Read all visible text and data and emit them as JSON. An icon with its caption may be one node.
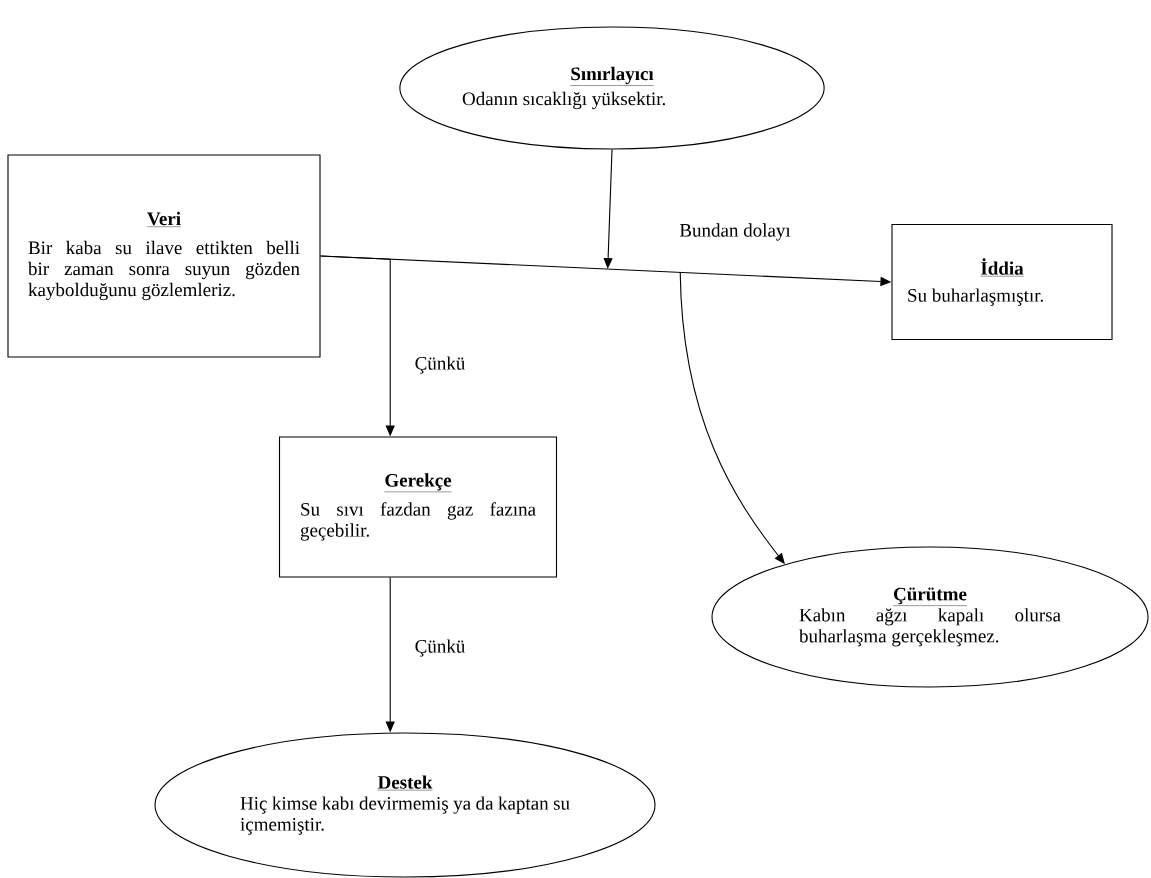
{
  "diagram": {
    "nodes": [
      {
        "text": [
          "Sınırlayıcı",
          "Odanın sıcaklığı yüksektir."
        ]
      },
      {
        "text": [
          "Veri",
          "Bir kaba su ilave ettikten belli bir zaman sonra suyun gözden kaybolduğunu gözlemleriz."
        ]
      },
      {
        "text": [
          "İddia",
          "Su buharlaşmıştır."
        ]
      },
      {
        "text": [
          "Gerekçe",
          "Su sıvı fazdan gaz fazına geçebilir."
        ]
      },
      {
        "text": [
          "Çürütme",
          "Kabın ağzı kapalı olursa buharlaşma gerçekleşmez."
        ]
      },
      {
        "text": [
          "Destek",
          "Hiç kimse kabı devirmemiş ya da kaptan su içmemiştir."
        ]
      }
    ],
    "edges": [
      {
        "from": 1,
        "to": 2,
        "arrow": "to",
        "label": "Bundan dolayı"
      },
      {
        "from": 0,
        "to": null,
        "arrow": "to"
      },
      {
        "from": 1,
        "to": 3,
        "arrow": "to",
        "label": "Çünkü"
      },
      {
        "from": null,
        "to": 4,
        "arrow": "to"
      },
      {
        "from": 3,
        "to": 5,
        "arrow": "to",
        "label": "Çünkü"
      }
    ]
  }
}
